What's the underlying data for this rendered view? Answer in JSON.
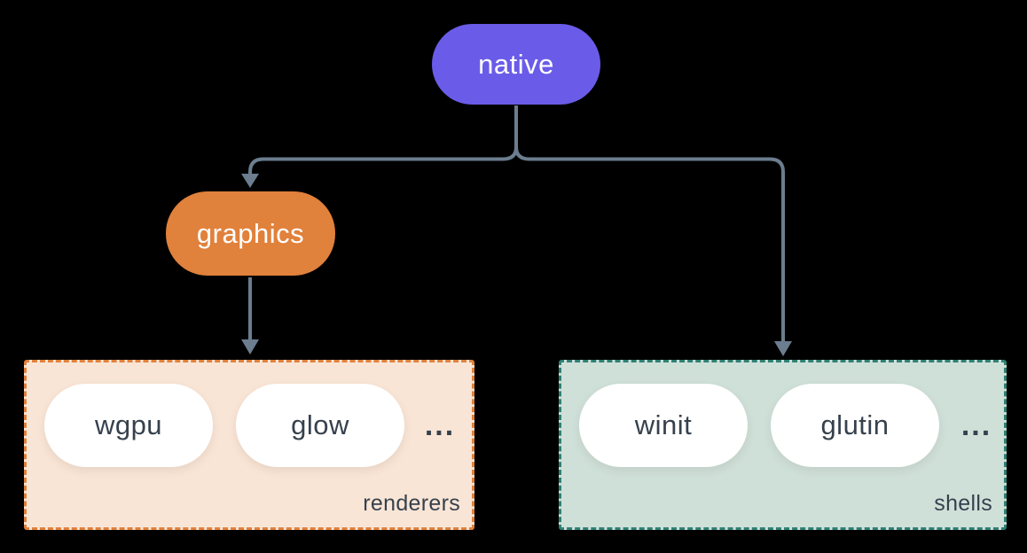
{
  "background": "#000000",
  "nodes": {
    "native": {
      "label": "native",
      "fill": "#6a5ce8",
      "text_color": "#ffffff"
    },
    "graphics": {
      "label": "graphics",
      "fill": "#e0813c",
      "text_color": "#ffffff"
    }
  },
  "groups": {
    "renderers": {
      "label": "renderers",
      "fill": "#f9e5d6",
      "border_color": "#e0813c",
      "items": [
        "wgpu",
        "glow"
      ],
      "ellipsis": "...",
      "item_fill": "#ffffff",
      "item_text_color": "#36414d"
    },
    "shells": {
      "label": "shells",
      "fill": "#cfe0d9",
      "border_color": "#2e8073",
      "items": [
        "winit",
        "glutin"
      ],
      "ellipsis": "...",
      "item_fill": "#ffffff",
      "item_text_color": "#36414d"
    }
  },
  "connectors": {
    "color": "#6b7d8e",
    "edges": [
      {
        "from": "native",
        "to": "graphics"
      },
      {
        "from": "native",
        "to": "shells"
      },
      {
        "from": "graphics",
        "to": "renderers"
      }
    ]
  }
}
